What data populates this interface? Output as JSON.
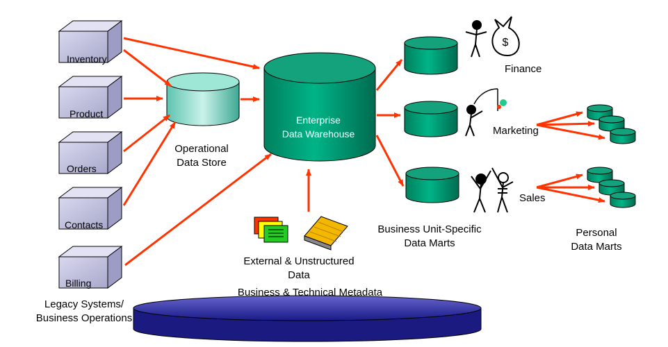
{
  "legacy_sources": [
    "Inventory",
    "Product",
    "Orders",
    "Contacts",
    "Billing"
  ],
  "legacy_caption": [
    "Legacy Systems/",
    "Business Operations"
  ],
  "ods_label": [
    "Operational",
    "Data Store"
  ],
  "edw_label": [
    "Enterprise",
    "Data Warehouse"
  ],
  "external_label": [
    "External & Unstructured",
    "Data"
  ],
  "metadata_label": "Business & Technical Metadata",
  "data_marts": [
    "Finance",
    "Marketing",
    "Sales"
  ],
  "bu_marts_caption": [
    "Business Unit-Specific",
    "Data Marts"
  ],
  "personal_marts_caption": [
    "Personal",
    "Data Marts"
  ],
  "colors": {
    "arrow": "#ff3300",
    "cylinder": "#009970",
    "cube": "#bcbcdc",
    "platform": "#3333aa",
    "ods": "#88d8c8"
  }
}
